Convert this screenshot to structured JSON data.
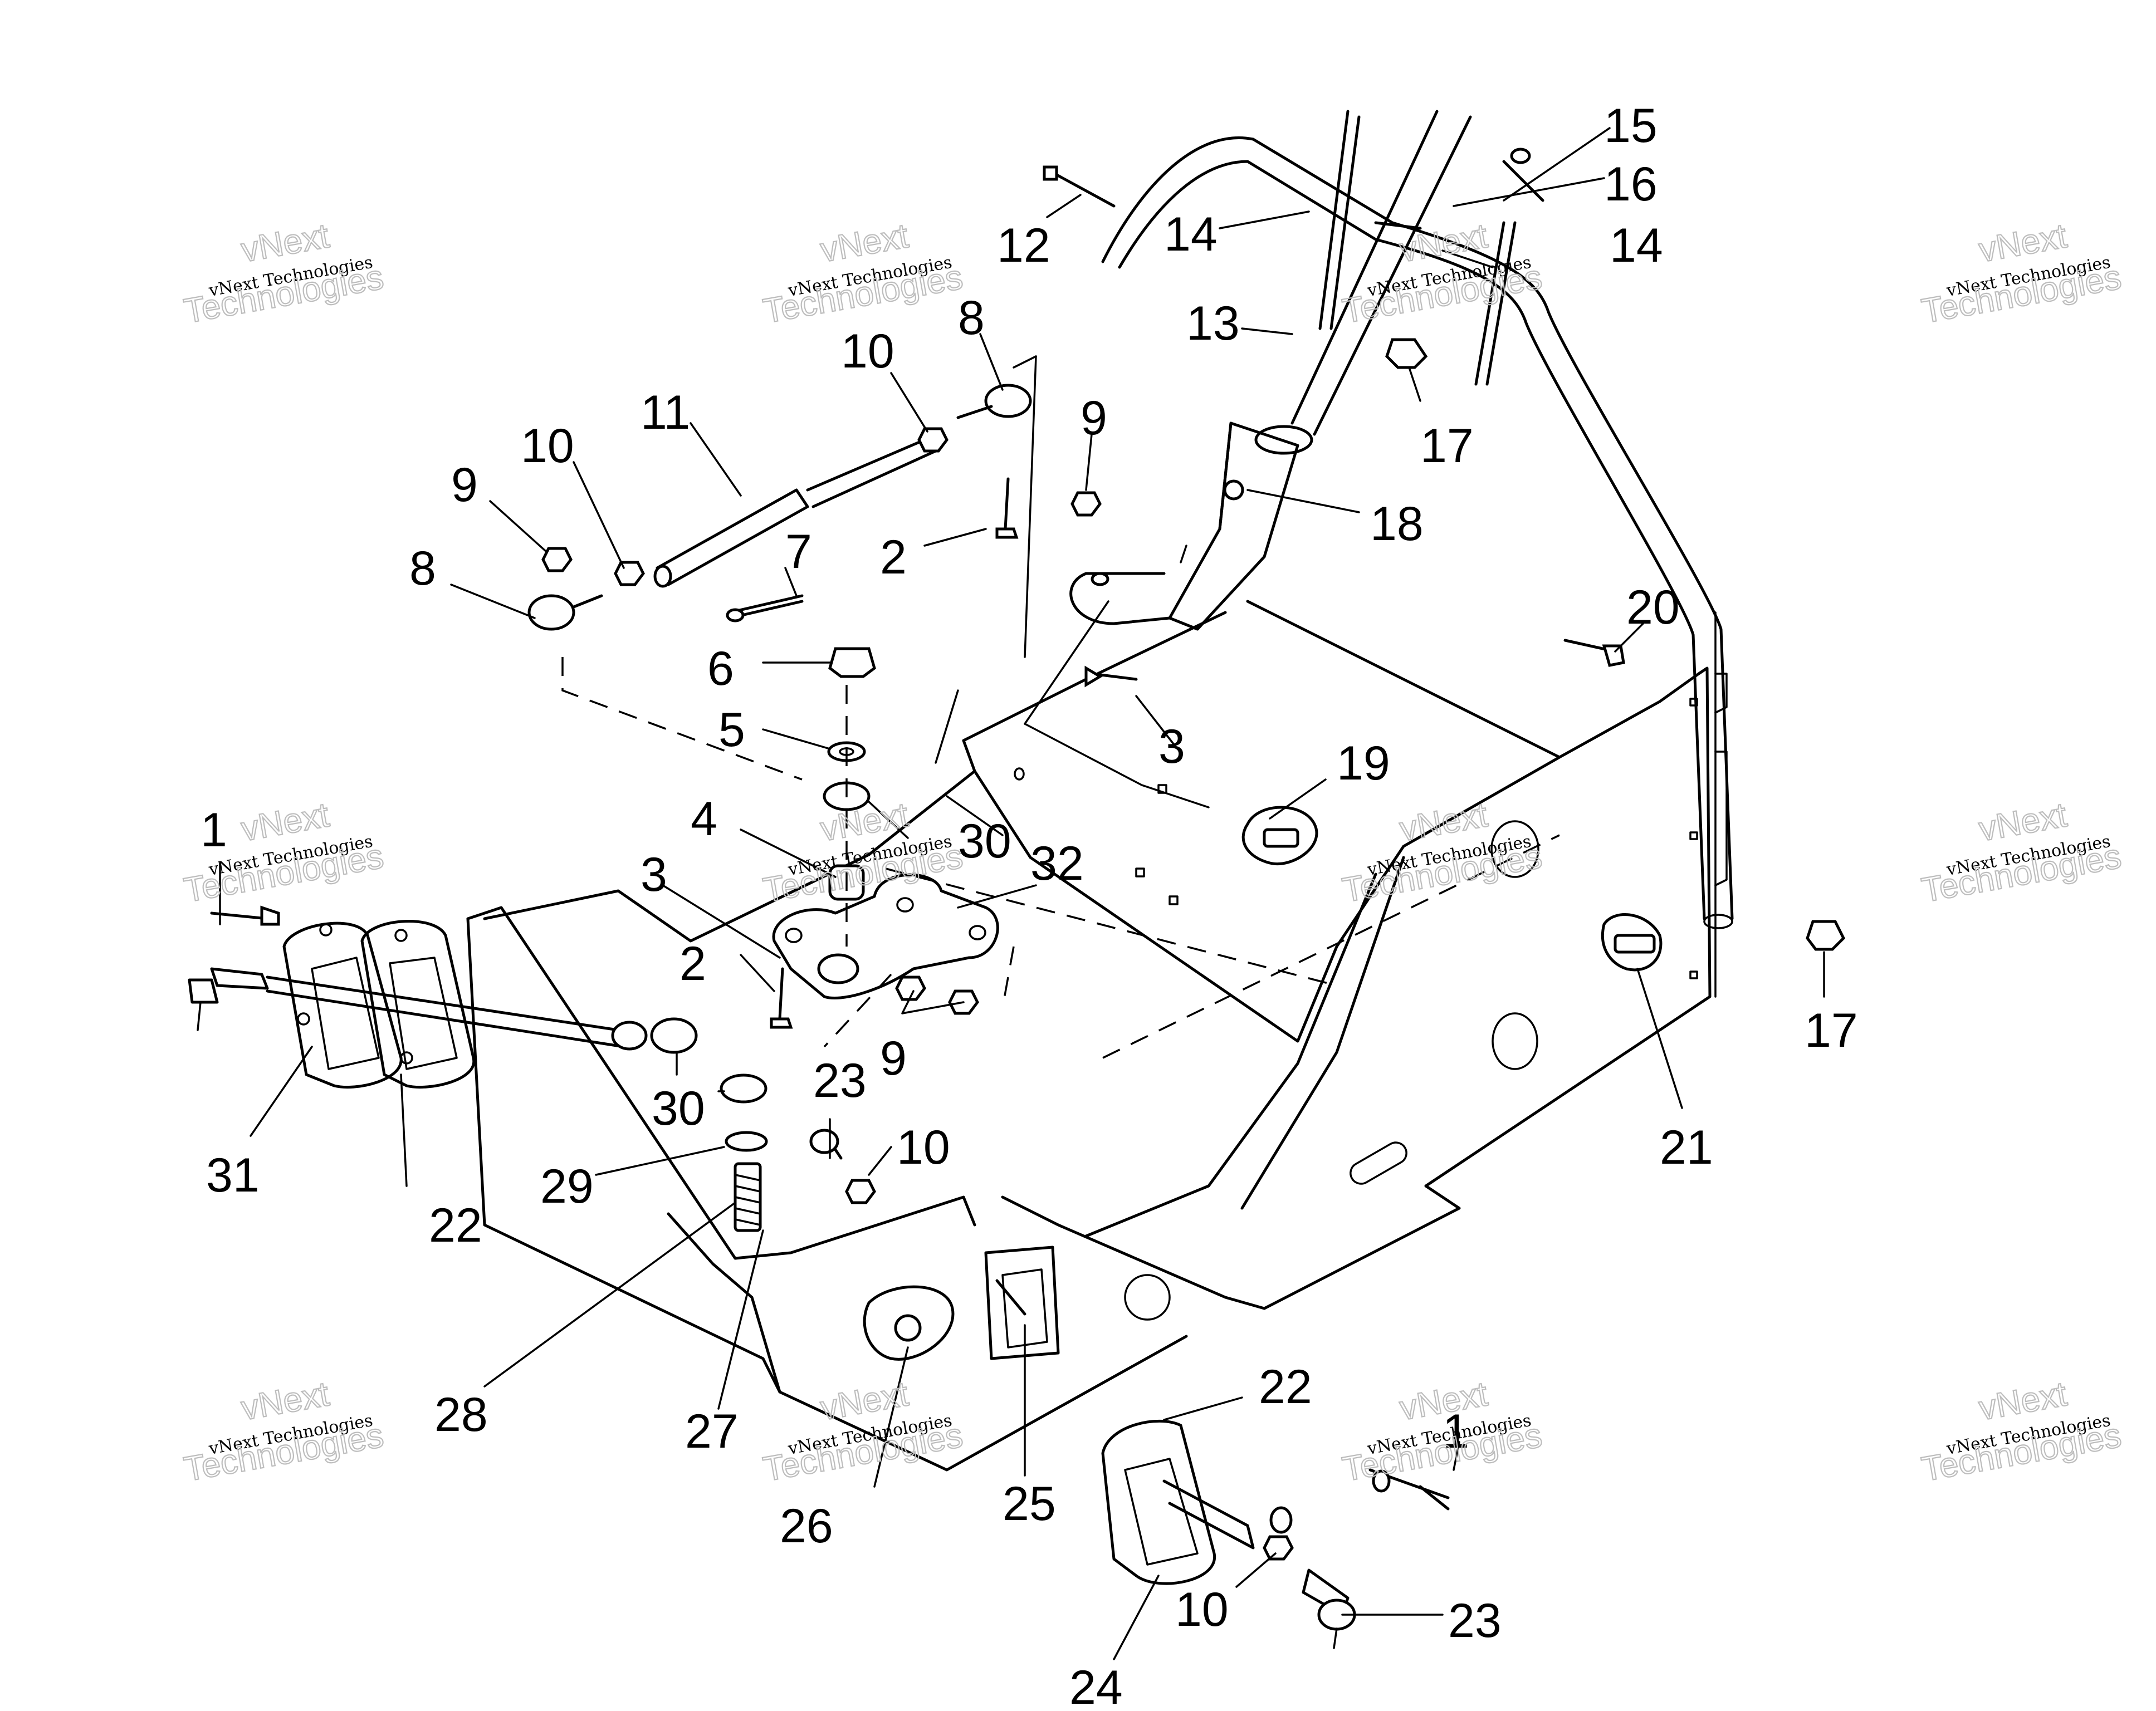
{
  "watermark": {
    "brand": "vNext",
    "line": "vNext Technologies",
    "word": "Technologies"
  },
  "callouts": [
    "1",
    "1",
    "2",
    "2",
    "3",
    "3",
    "4",
    "5",
    "6",
    "7",
    "8",
    "8",
    "9",
    "9",
    "9",
    "10",
    "10",
    "10",
    "10",
    "11",
    "12",
    "13",
    "14",
    "14",
    "15",
    "16",
    "17",
    "17",
    "18",
    "19",
    "20",
    "21",
    "22",
    "22",
    "23",
    "23",
    "24",
    "25",
    "26",
    "27",
    "28",
    "29",
    "30",
    "30",
    "31",
    "32"
  ]
}
